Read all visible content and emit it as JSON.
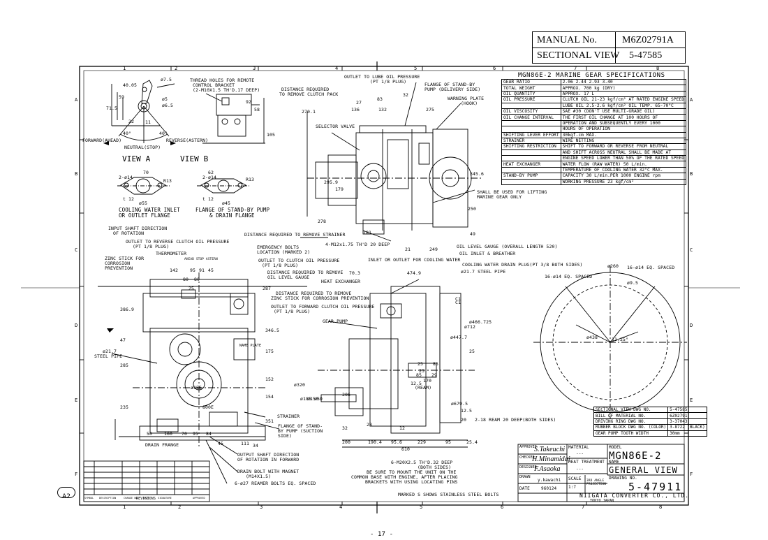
{
  "header_box": {
    "manual_label": "MANUAL No.",
    "manual_no": "M6Z02791A",
    "section_label": "SECTIONAL VIEW",
    "section_no": "5-47585"
  },
  "grid": {
    "top_cols": [
      "1",
      "2",
      "3",
      "4",
      "5",
      "6",
      "7",
      "8"
    ],
    "side_rows": [
      "A",
      "B",
      "C",
      "D",
      "E",
      "F"
    ]
  },
  "spec": {
    "title": "MGN86E-2  MARINE GEAR SPECIFICATIONS",
    "rows": [
      {
        "k": "GEAR RATIO",
        "v": "2.06  2.44  2.93  3.40"
      },
      {
        "k": "TOTAL WEIGHT",
        "v": "APPROX. 700 kg (DRY)"
      },
      {
        "k": "OIL QUANTITY",
        "v": "APPROX. 17 L"
      },
      {
        "k": "OIL PRESSURE",
        "v": "CLUTCH OIL 21-23 kgf/cm²  AT RATED ENGINE SPEED"
      },
      {
        "k": "",
        "v": "LUBE OIL  2.5-2.6 kgf/cm²  OIL TEMP. 65-70°C"
      },
      {
        "k": "OIL VISCOSITY",
        "v": "SAE #30  (DON'T USE MULTI-GRADE OIL)"
      },
      {
        "k": "OIL CHANGE INTERVAL",
        "v": "THE FIRST OIL CHANGE AT 100 HOURS OF"
      },
      {
        "k": "",
        "v": "OPERATION AND SUBSEQUENTLY EVERY 1000"
      },
      {
        "k": "",
        "v": "HOURS OF OPERATION"
      },
      {
        "k": "SHIFTING LEVER EFFORT",
        "v": "30kgf-cm MAX."
      },
      {
        "k": "STRAINER",
        "v": "WIRE NETTING"
      },
      {
        "k": "SHIFTING RESTRICTION",
        "v": "SHIFT TO FORWARD OR REVERSE FROM NEUTRAL"
      },
      {
        "k": "",
        "v": "AND SHIFT ACROSS NEUTRAL SHALL BE MADE AT"
      },
      {
        "k": "",
        "v": "ENGINE SPEED LOWER THAN 50% OF THE RATED SPEED"
      },
      {
        "k": "HEAT EXCHANGER",
        "v": "WATER FLOW (RAW WATER)  50 L/min."
      },
      {
        "k": "",
        "v": "TEMPERATURE OF COOLING WATER  32°C MAX."
      },
      {
        "k": "STAND-BY PUMP",
        "v": "CAPACITY  30 L/min.PER 1000 ENGINE rpm"
      },
      {
        "k": "",
        "v": "WORKING PRESSURE  23 kgf/cm²"
      }
    ]
  },
  "dwg_table": [
    {
      "k": "SECTIONAL VIEW DWG NO.",
      "v": "5-47585"
    },
    {
      "k": "BILL OF MATERIAL NO.",
      "v": "6Z02791"
    },
    {
      "k": "DRIVING RING DWG NO.",
      "v": "3-37043"
    },
    {
      "k": "RUBBER BLOCK DWG NO. (COLOR)",
      "v": "3-8722 (BLACK)"
    },
    {
      "k": "GEAR PUMP TOOTH WIDTH",
      "v": "30mm"
    }
  ],
  "title_block": {
    "approved": "APPROVED",
    "checked": "CHECKED",
    "designed": "DESIGNED",
    "drawn": "DRAWN",
    "drawn_by": "y.kawachi",
    "date_label": "DATE",
    "date": "960124",
    "material_label": "MATERIAL",
    "material": "---",
    "heat_label": "HEAT TREATMENT",
    "heat": "---",
    "scale_label": "SCALE",
    "scale": "1:7",
    "projection": "3RD ANGLE PROJECTION",
    "model_label": "MODEL",
    "model": "MGN86E-2",
    "name_label": "NAME",
    "name": "GENERAL VIEW",
    "drawing_label": "DRAWING NO.",
    "drawing_no": "5-47911",
    "company": "NIIGATA CONVERTER CO., LTD.",
    "city": "TOKYO JAPAN"
  },
  "revisions": {
    "cols": [
      "SYMBOL",
      "DESCRIPTION",
      "CHANGE NO.",
      "DATE",
      "SIGNATURE",
      "APPROVED"
    ],
    "title": "REVISIONS"
  },
  "labels": {
    "view_a": "VIEW A",
    "view_b": "VIEW B",
    "cooling_water": "COOLING WATER INLET",
    "cooling_water2": "OR OUTLET FLANGE",
    "standby_flange": "FLANGE OF STAND-BY PUMP",
    "drain_flange": "& DRAIN FLANGE",
    "thread_holes": "THREAD HOLES FOR REMOTE",
    "thread_holes2": "CONTROL BRACKET",
    "thread_holes3": "(2-M10X1.5 TH'D.17 DEEP)",
    "distance_required": "DISTANCE REQUIRED",
    "remove_clutch": "TO REMOVE CLUTCH PACK",
    "outlet_lube": "OUTLET TO LUBE OIL PRESSURE",
    "outlet_lube2": "(PT 1/8 PLUG)",
    "flange_standby": "FLANGE OF STAND-BY",
    "flange_standby2": "PUMP (DELIVERY SIDE)",
    "warning_plate": "WARNING PLATE",
    "hook": "(HOOK)",
    "selector_valve": "SELECTOR VALVE",
    "forward": "FORWARD(AHEAD)",
    "reverse": "REVERSE(ASTERN)",
    "neutral": "NEUTRAL(STOP)",
    "lifting": "SHALL BE USED FOR LIFTING",
    "lifting2": "MARINE GEAR ONLY",
    "input_shaft": "INPUT SHAFT DIRECTION",
    "input_shaft2": "OF ROTATION",
    "outlet_reverse": "OUTLET TO REVERSE CLUTCH OIL PRESSURE",
    "outlet_reverse2": "(PT 1/8 PLUG)",
    "thermometer": "THERMOMETER",
    "zinc": "ZINC STICK FOR",
    "zinc2": "CORROSION",
    "zinc3": "PREVENTION",
    "distance_strainer": "DISTANCE REQUIRED TO REMOVE STRAINER",
    "emergency": "EMERGENCY BOLTS",
    "emergency2": "LOCATION (MARKED 2)",
    "m12": "4-M12x1.75 TH'D 20 DEEP",
    "outlet_clutch": "OUTLET TO CLUTCH OIL PRESSURE",
    "outlet_clutch2": "(PT 1/8 PLUG)",
    "oil_level": "DISTANCE REQUIRED TO REMOVE",
    "oil_level2": "OIL LEVEL GAUGE",
    "heat_exchanger": "HEAT EXCHANGER",
    "zinc_remove": "DISTANCE REQUIRED TO REMOVE",
    "zinc_remove2": "ZINC STICK FOR CORROSION PREVENTION",
    "outlet_forward": "OUTLET TO FORWARD CLUTCH OIL PRESSURE",
    "outlet_forward2": "(PT 1/8 PLUG)",
    "gear_pump": "GEAR PUMP",
    "oil_gauge": "OIL LEVEL GAUGE (OVERALL LENGTH 520)",
    "oil_inlet": "OIL INLET & BREATHER",
    "inlet_cooling": "INLET OR OUTLET FOR COOLING WATER",
    "cooling_drain": "COOLING WATER DRAIN PLUG(PT 3/8 BOTH SIDES)",
    "steel_pipe": "ø21.7 STEEL PIPE",
    "steel_pipe_l": "STEEL PIPE",
    "steel_pipe_l1": "ø21.7",
    "eq_spaced": "16-ø14 EQ. SPACED",
    "eq_spaced2": "16-ø14 EQ. SPACED",
    "strainer": "STRAINER",
    "flange_suction": "FLANGE OF STAND-",
    "flange_suction2": "BY PUMP (SUCTION",
    "flange_suction3": "SIDE)",
    "drain_frange": "DRAIN FRANGE",
    "output_shaft": "OUTPUT SHAFT DIRECTION",
    "output_shaft2": "OF ROTATION IN FORWARD",
    "drain_bolt": "DRAIN BOLT WITH MAGNET",
    "drain_bolt2": "(M14X1.5)",
    "reamer": "6-ø27 REAMER BOLTS EQ. SPACED",
    "m20": "6-M20X2.5 TH'D.32 DEEP",
    "m20b": "(BOTH SIDES)",
    "mount": "BE SURE TO MOUNT THE UNIT ON THE",
    "mount2": "COMMON BASE WITH ENGINE, AFTER PLACING",
    "mount3": "BRACKETS WITH USING LOCATING PINS",
    "marked_s": "MARKED S SHOWS STAINLESS STEEL BOLTS",
    "ream_deep": "2-18 REAM 20 DEEP(BOTH SIDES)",
    "ream": "(REAM)",
    "name_plate": "NAME PLATE",
    "ahead_stop": "AHEAD  STOP  ASTERN"
  },
  "dims": [
    "ø7.5",
    "ø5",
    "ø6.5",
    "40.05",
    "59",
    "71.5",
    "22",
    "11",
    "40°",
    "40°",
    "70",
    "2-ø14",
    "R13",
    "t 12",
    "ø55",
    "62",
    "2-ø14",
    "R13",
    "t 12",
    "ø45",
    "270.1",
    "136",
    "132",
    "275",
    "27",
    "83",
    "32",
    "295.9",
    "179",
    "345.6",
    "278",
    "250",
    "181",
    "21",
    "249",
    "49",
    "105",
    "92",
    "58",
    "142",
    "95",
    "91",
    "45",
    "80",
    "80",
    "25",
    "287",
    "386.9",
    "47",
    "285",
    "235",
    "50",
    "160",
    "70",
    "95",
    "84",
    "45",
    "111",
    "34",
    "346.5",
    "175",
    "152",
    "154",
    "351",
    "ø320",
    "ø185",
    "ø150",
    "ø50",
    "206",
    "32",
    "28",
    "12",
    "200",
    "190.4",
    "95.6",
    "229",
    "95",
    "25.4",
    "610",
    "12.5",
    "20",
    "70.3",
    "474.9",
    "C1",
    "C1",
    "ø466.725",
    "ø447.7",
    "ø712",
    "25",
    "25",
    "23",
    "85",
    "85",
    "29",
    "170",
    "12.5",
    "ø679.5",
    "ø438",
    "11.25°",
    "ø9.5",
    "ø260",
    "ø156",
    "800E"
  ],
  "footer": {
    "page": "- 17 -",
    "a2": "A2"
  }
}
